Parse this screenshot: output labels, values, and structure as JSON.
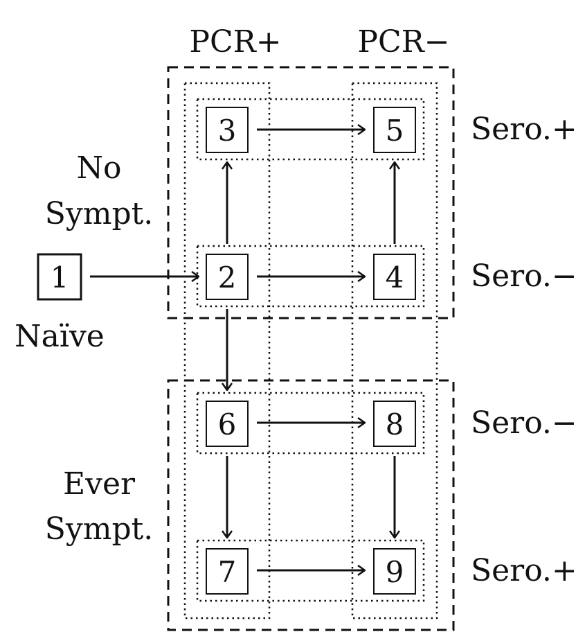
{
  "columns": {
    "left": "PCR+",
    "right": "PCR−"
  },
  "rows": {
    "top_sero": "Sero.+",
    "mid_sero": "Sero.−",
    "lower_sero": "Sero.−",
    "bottom_sero": "Sero.+"
  },
  "groups": {
    "no_sympt": [
      "No",
      "Sympt."
    ],
    "ever_sympt": [
      "Ever",
      "Sympt."
    ],
    "naive": "Naïve"
  },
  "states": [
    "1",
    "2",
    "3",
    "4",
    "5",
    "6",
    "7",
    "8",
    "9"
  ],
  "transitions": [
    [
      "1",
      "2"
    ],
    [
      "2",
      "3"
    ],
    [
      "2",
      "4"
    ],
    [
      "3",
      "5"
    ],
    [
      "4",
      "5"
    ],
    [
      "2",
      "6"
    ],
    [
      "6",
      "8"
    ],
    [
      "6",
      "7"
    ],
    [
      "8",
      "9"
    ],
    [
      "7",
      "9"
    ]
  ]
}
